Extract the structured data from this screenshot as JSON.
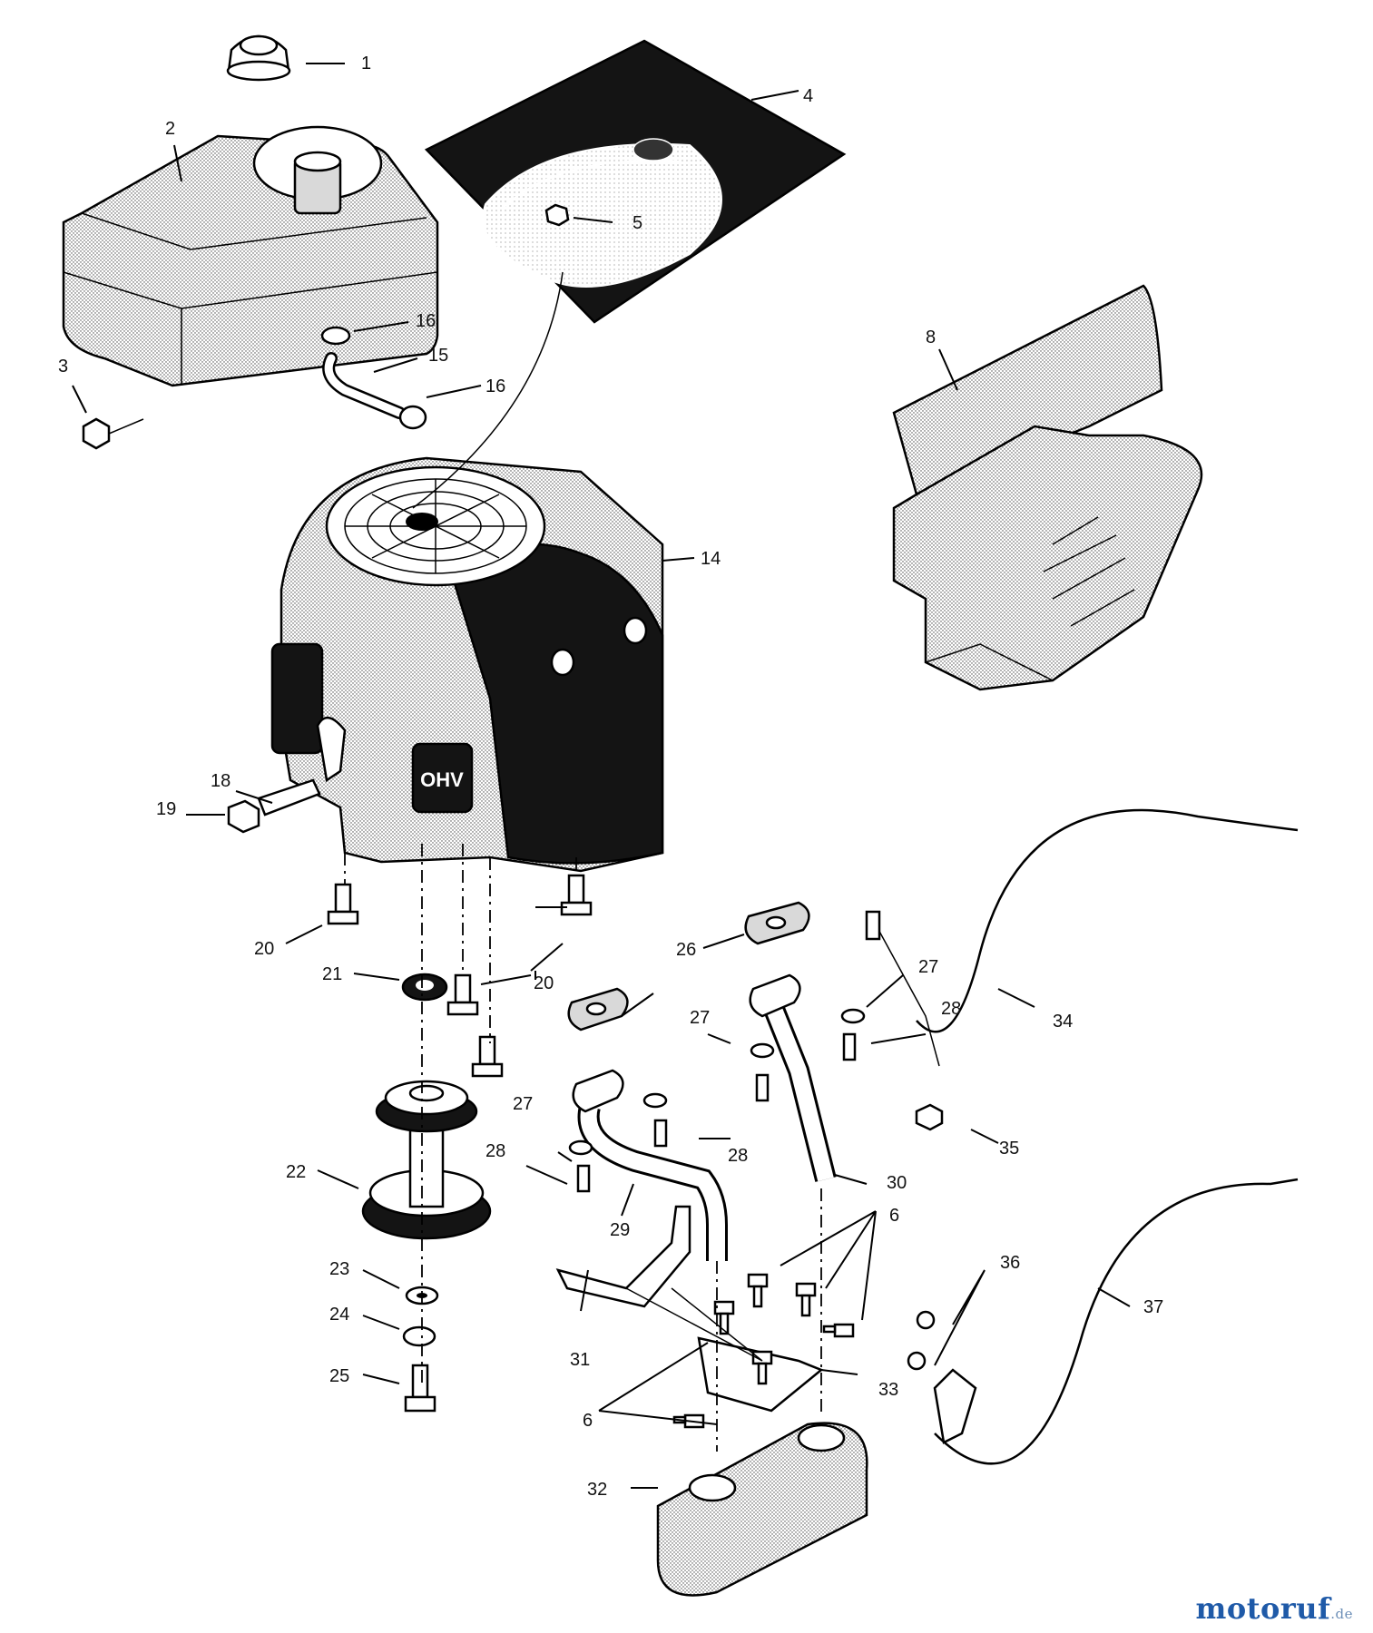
{
  "watermark": {
    "brand": "motoruf",
    "suffix": ".de"
  },
  "callouts": [
    {
      "id": "1",
      "label": "1"
    },
    {
      "id": "2",
      "label": "2"
    },
    {
      "id": "3",
      "label": "3"
    },
    {
      "id": "4",
      "label": "4"
    },
    {
      "id": "5",
      "label": "5"
    },
    {
      "id": "8",
      "label": "8"
    },
    {
      "id": "14",
      "label": "14"
    },
    {
      "id": "15",
      "label": "15"
    },
    {
      "id": "16a",
      "label": "16"
    },
    {
      "id": "16b",
      "label": "16"
    },
    {
      "id": "18",
      "label": "18"
    },
    {
      "id": "19",
      "label": "19"
    },
    {
      "id": "20a",
      "label": "20"
    },
    {
      "id": "20b",
      "label": "20"
    },
    {
      "id": "21",
      "label": "21"
    },
    {
      "id": "22",
      "label": "22"
    },
    {
      "id": "23",
      "label": "23"
    },
    {
      "id": "24",
      "label": "24"
    },
    {
      "id": "25",
      "label": "25"
    },
    {
      "id": "26",
      "label": "26"
    },
    {
      "id": "27a",
      "label": "27"
    },
    {
      "id": "27b",
      "label": "27"
    },
    {
      "id": "27c",
      "label": "27"
    },
    {
      "id": "28a",
      "label": "28"
    },
    {
      "id": "28b",
      "label": "28"
    },
    {
      "id": "28c",
      "label": "28"
    },
    {
      "id": "29",
      "label": "29"
    },
    {
      "id": "30",
      "label": "30"
    },
    {
      "id": "31",
      "label": "31"
    },
    {
      "id": "32",
      "label": "32"
    },
    {
      "id": "33",
      "label": "33"
    },
    {
      "id": "34",
      "label": "34"
    },
    {
      "id": "35",
      "label": "35"
    },
    {
      "id": "36",
      "label": "36"
    },
    {
      "id": "37",
      "label": "37"
    },
    {
      "id": "6a",
      "label": "6"
    },
    {
      "id": "6b",
      "label": "6"
    }
  ],
  "engine_label": "OHV"
}
